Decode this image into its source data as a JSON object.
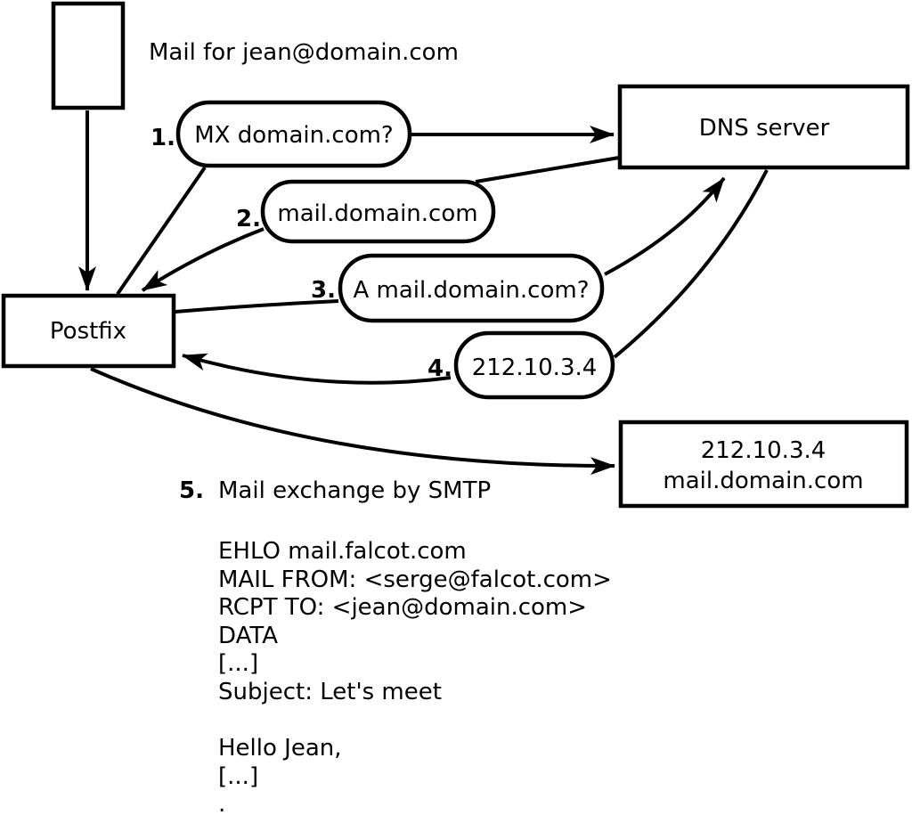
{
  "diagram": {
    "mail_note": "Mail for jean@domain.com",
    "nodes": {
      "postfix": "Postfix",
      "dns_server": "DNS server",
      "mail_server": {
        "line1": "212.10.3.4",
        "line2": "mail.domain.com"
      }
    },
    "steps": [
      {
        "number": "1.",
        "label": "MX domain.com?"
      },
      {
        "number": "2.",
        "label": "mail.domain.com"
      },
      {
        "number": "3.",
        "label": "A mail.domain.com?"
      },
      {
        "number": "4.",
        "label": "212.10.3.4"
      },
      {
        "number": "5.",
        "label": "Mail exchange by SMTP"
      }
    ],
    "smtp_session": [
      "EHLO mail.falcot.com",
      "MAIL FROM: <serge@falcot.com>",
      "RCPT TO: <jean@domain.com>",
      "DATA",
      "[...]",
      "Subject: Let's meet",
      "",
      "Hello Jean,",
      "[...]",
      "."
    ],
    "colors": {
      "line": "#000000",
      "background": "#ffffff",
      "text": "#000000"
    }
  }
}
